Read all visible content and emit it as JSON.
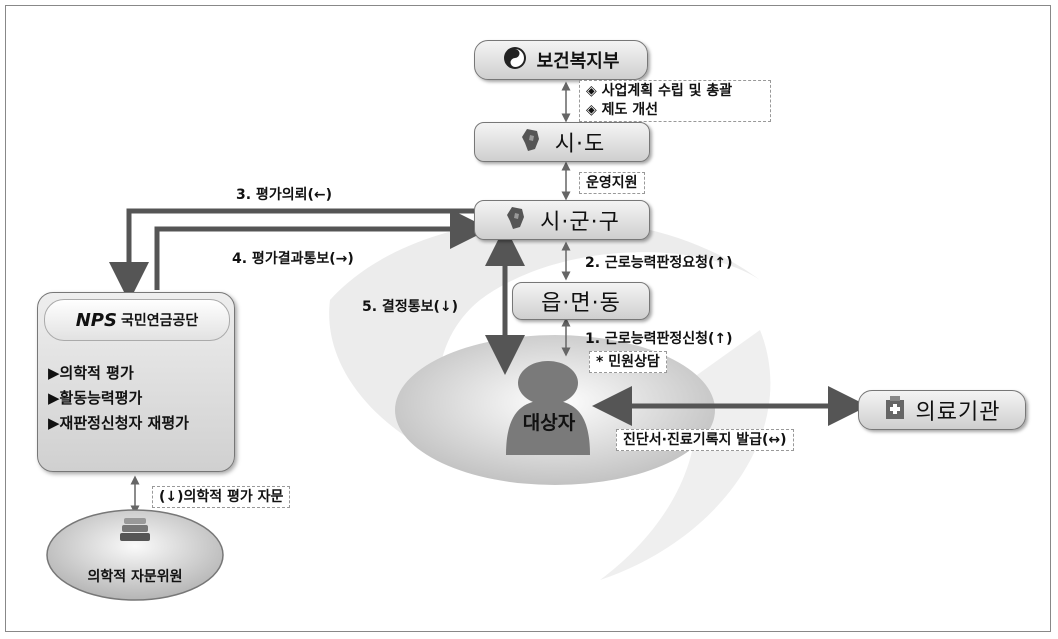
{
  "nodes": {
    "mohw": "보건복지부",
    "sido": "시·도",
    "sigungu": "시·군·구",
    "eupmyeondong": "읍·면·동",
    "nps_logo": "NPS",
    "nps_name": "국민연금공단",
    "nps_items": [
      "▶의학적 평가",
      "▶활동능력평가",
      "▶재판정신청자 재평가"
    ],
    "subject": "대상자",
    "medical_institution": "의료기관",
    "advisory": "의학적 자문위원"
  },
  "notes": {
    "mohw_roles": [
      "◈ 사업계획 수립 및 총괄",
      "◈ 제도 개선"
    ],
    "operation_support": "운영지원",
    "consult": "* 민원상담",
    "diagnosis": "진단서·진료기록지 발급(↔)",
    "advisory_label": "(↓)의학적 평가 자문"
  },
  "flows": {
    "eval_request": "3. 평가의뢰(←)",
    "eval_result": "4. 평가결과통보(→)",
    "decision_notice": "5. 결정통보(↓)",
    "judge_request": "2. 근로능력판정요청(↑)",
    "judge_apply": "1. 근로능력판정신청(↑)"
  },
  "colors": {
    "arrow": "#555555",
    "box_border": "#777777"
  }
}
